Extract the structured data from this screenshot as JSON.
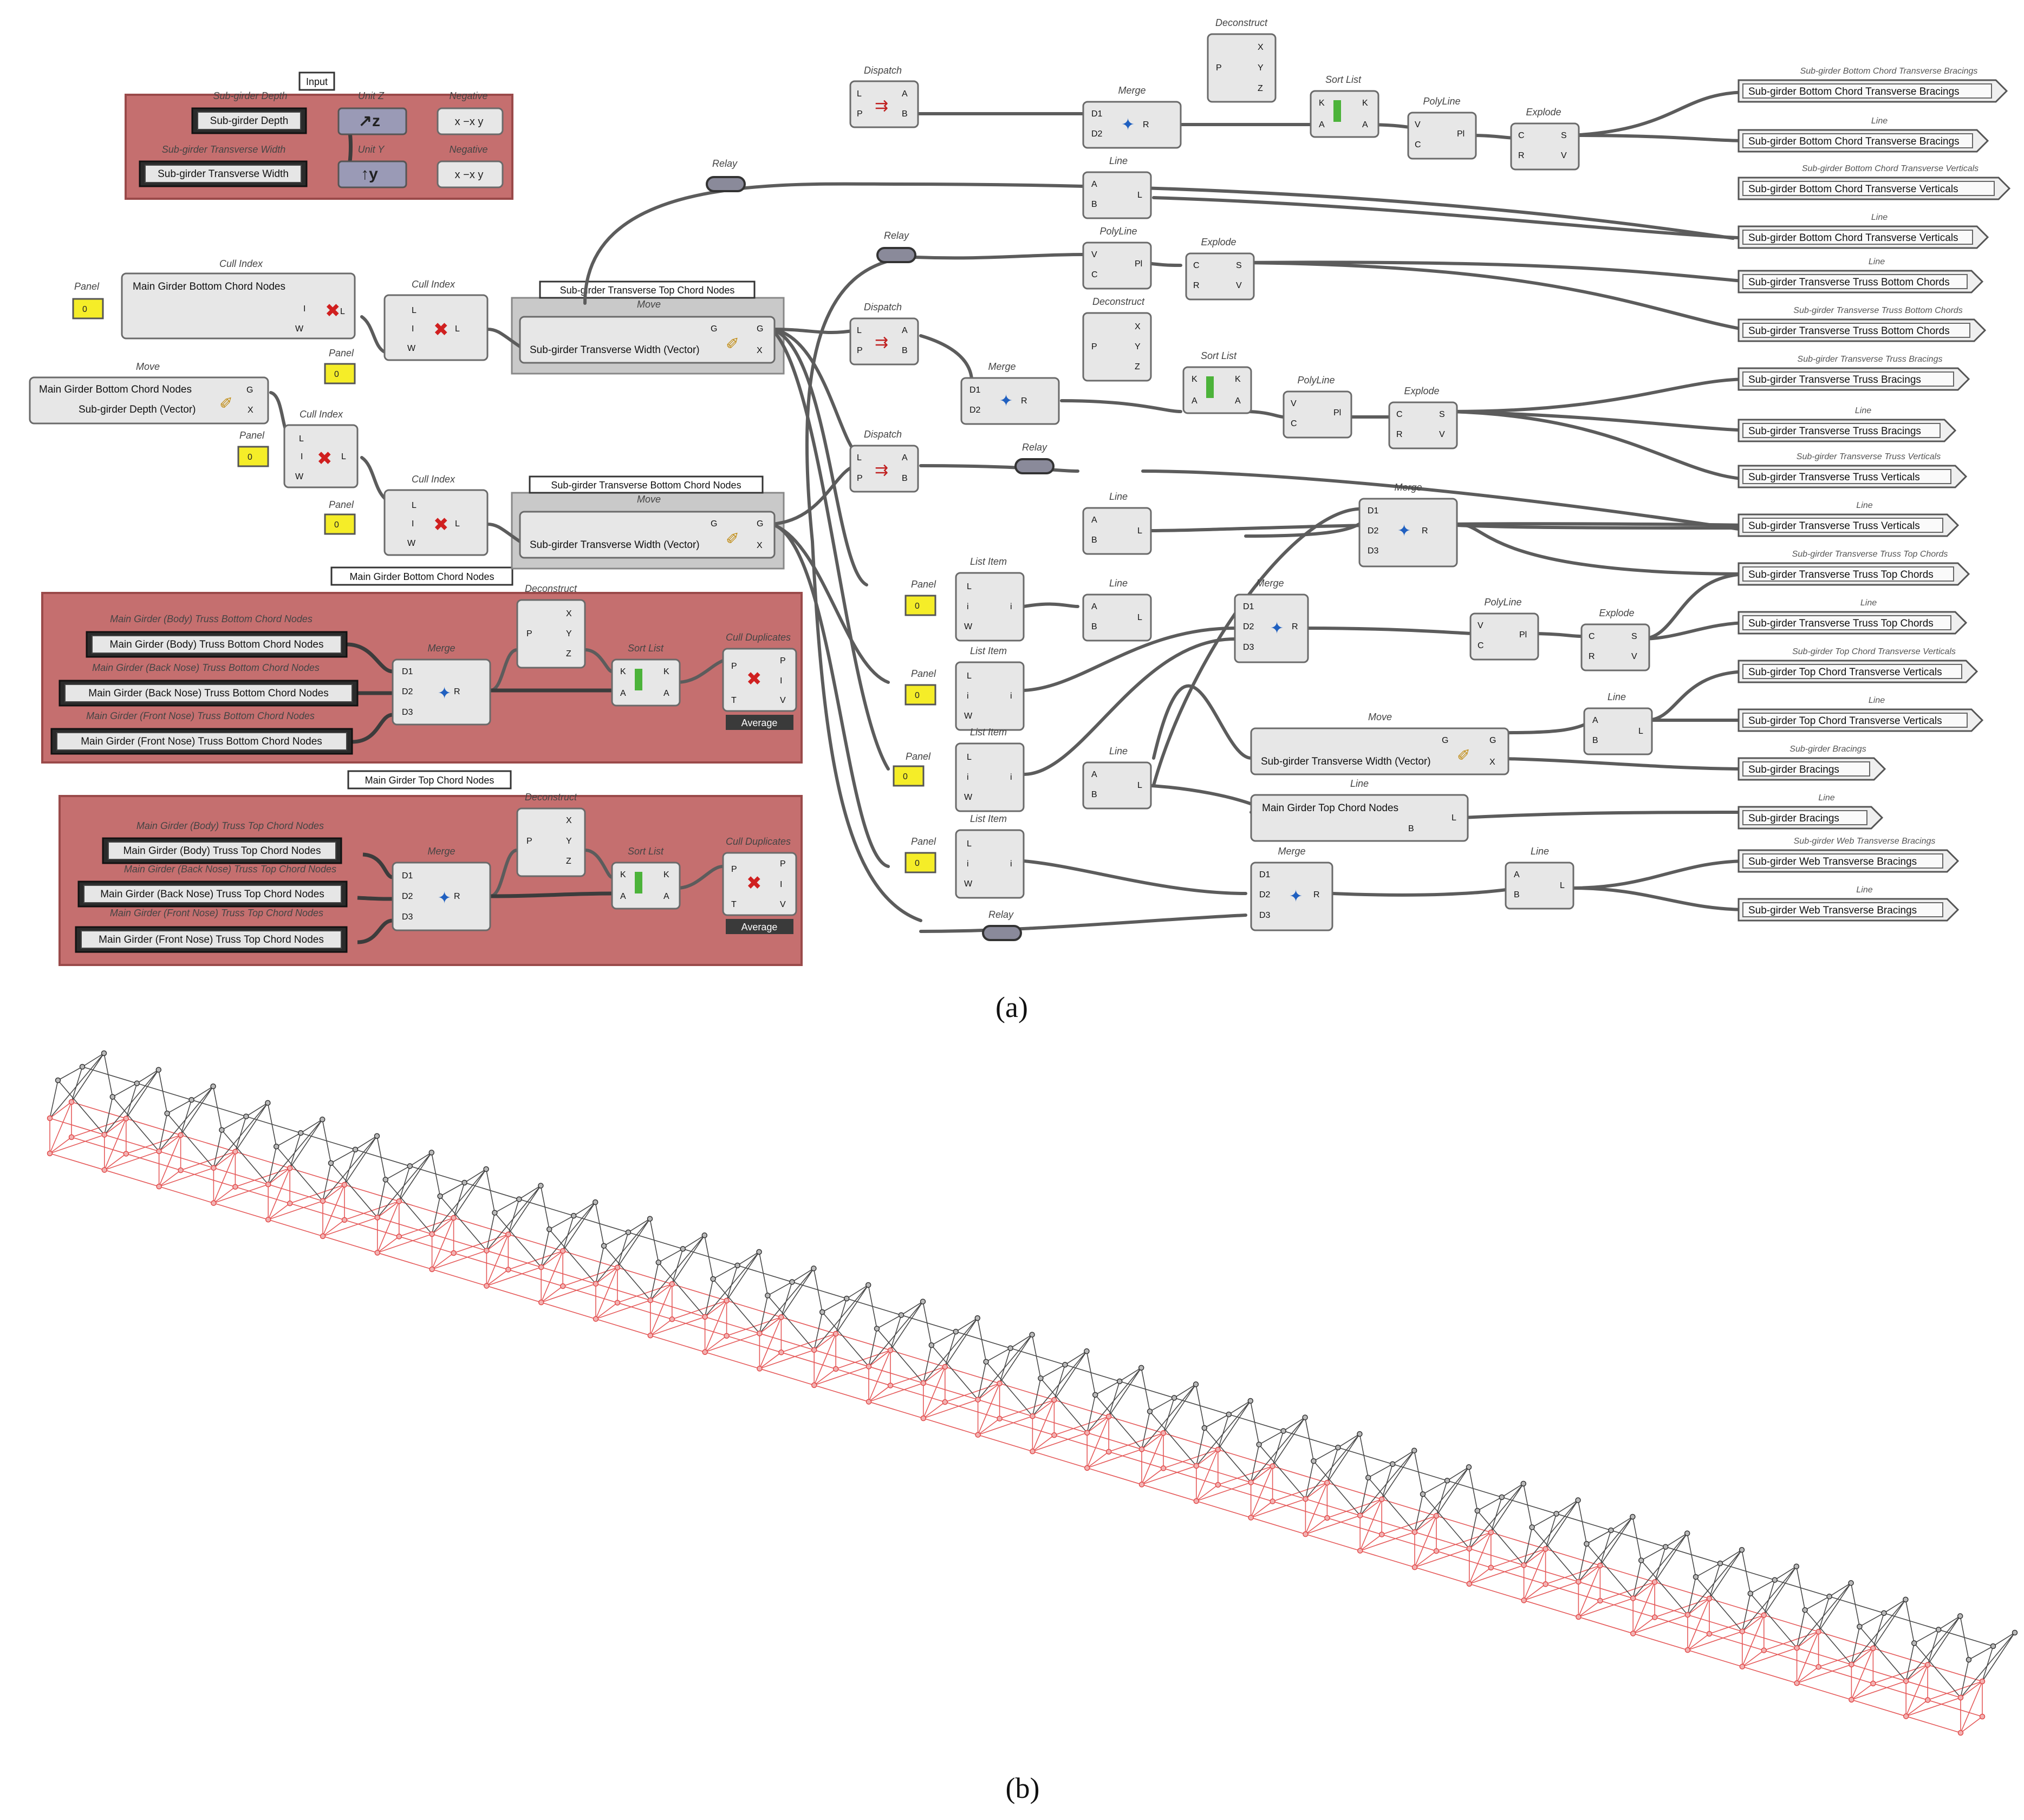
{
  "captions": {
    "a": "(a)",
    "b": "(b)"
  },
  "groups": {
    "input": {
      "label": "Input"
    },
    "main_bottom": {
      "label": "Main Girder Bottom Chord Nodes"
    },
    "main_top": {
      "label": "Main Girder Top Chord Nodes"
    }
  },
  "inputs": [
    {
      "caption": "Sub-girder Depth",
      "text": "Sub-girder Depth"
    },
    {
      "caption": "Sub-girder Transverse Width",
      "text": "Sub-girder Transverse Width"
    }
  ],
  "unit_z": "Unit Z",
  "unit_y": "Unit Y",
  "negative": "Negative",
  "cull_index": "Cull Index",
  "panel": "Panel",
  "move": "Move",
  "relay": "Relay",
  "dispatch": "Dispatch",
  "merge": "Merge",
  "line": "Line",
  "polyline": "PolyLine",
  "explode": "Explode",
  "deconstruct": "Deconstruct",
  "sort_list": "Sort List",
  "list_item": "List Item",
  "cull_duplicates": "Cull Duplicates",
  "average": "Average",
  "panel_value": "0",
  "left_components": {
    "main_bottom_chord_nodes": "Main Girder Bottom Chord Nodes",
    "move_g": "Main Girder Bottom Chord Nodes",
    "move_x": "Sub-girder Depth (Vector)",
    "tt_group": "Sub-girder Transverse Top Chord Nodes",
    "tb_group": "Sub-girder Transverse Bottom Chord Nodes",
    "move_vec": "Sub-girder Transverse Width (Vector)"
  },
  "main_bottom_params": [
    {
      "caption": "Main Girder (Body) Truss Bottom Chord Nodes",
      "text": "Main Girder (Body) Truss Bottom Chord Nodes"
    },
    {
      "caption": "Main Girder (Back Nose) Truss Bottom Chord Nodes",
      "text": "Main Girder (Back Nose) Truss Bottom Chord Nodes"
    },
    {
      "caption": "Main Girder (Front Nose) Truss Bottom Chord Nodes",
      "text": "Main Girder (Front Nose) Truss Bottom Chord Nodes"
    }
  ],
  "main_top_params": [
    {
      "caption": "Main Girder (Body) Truss Top Chord Nodes",
      "text": "Main Girder (Body) Truss Top Chord Nodes"
    },
    {
      "caption": "Main Girder (Back Nose) Truss Top Chord Nodes",
      "text": "Main Girder (Back Nose) Truss Top Chord Nodes"
    },
    {
      "caption": "Main Girder (Front Nose) Truss Top Chord Nodes",
      "text": "Main Girder (Front Nose) Truss Top Chord Nodes"
    }
  ],
  "mid_components": {
    "move_mid_vec": "Sub-girder Transverse Width (Vector)",
    "line_main_top": "Main Girder Top Chord Nodes"
  },
  "outputs": [
    {
      "caption": "Sub-girder Bottom Chord Transverse Bracings",
      "text": "Sub-girder Bottom Chord Transverse Bracings"
    },
    {
      "caption": "Line",
      "text": "Sub-girder Bottom Chord Transverse Bracings"
    },
    {
      "caption": "Sub-girder Bottom Chord Transverse Verticals",
      "text": "Sub-girder Bottom Chord Transverse Verticals"
    },
    {
      "caption": "Line",
      "text": "Sub-girder Bottom Chord Transverse Verticals"
    },
    {
      "caption": "Line",
      "text": "Sub-girder Transverse Truss Bottom Chords"
    },
    {
      "caption": "Sub-girder Transverse Truss Bottom Chords",
      "text": "Sub-girder Transverse Truss Bottom Chords"
    },
    {
      "caption": "Sub-girder Transverse Truss Bracings",
      "text": "Sub-girder Transverse Truss Bracings"
    },
    {
      "caption": "Line",
      "text": "Sub-girder Transverse Truss Bracings"
    },
    {
      "caption": "Sub-girder Transverse Truss Verticals",
      "text": "Sub-girder Transverse Truss Verticals"
    },
    {
      "caption": "Line",
      "text": "Sub-girder Transverse Truss Verticals"
    },
    {
      "caption": "Sub-girder Transverse Truss Top Chords",
      "text": "Sub-girder Transverse Truss Top Chords"
    },
    {
      "caption": "Line",
      "text": "Sub-girder Transverse Truss Top Chords"
    },
    {
      "caption": "Sub-girder Top Chord Transverse Verticals",
      "text": "Sub-girder Top Chord Transverse Verticals"
    },
    {
      "caption": "Line",
      "text": "Sub-girder Top Chord Transverse Verticals"
    },
    {
      "caption": "Sub-girder Bracings",
      "text": "Sub-girder Bracings"
    },
    {
      "caption": "Line",
      "text": "Sub-girder Bracings"
    },
    {
      "caption": "Sub-girder Web Transverse Bracings",
      "text": "Sub-girder Web Transverse Bracings"
    },
    {
      "caption": "Line",
      "text": "Sub-girder Web Transverse Bracings"
    }
  ]
}
